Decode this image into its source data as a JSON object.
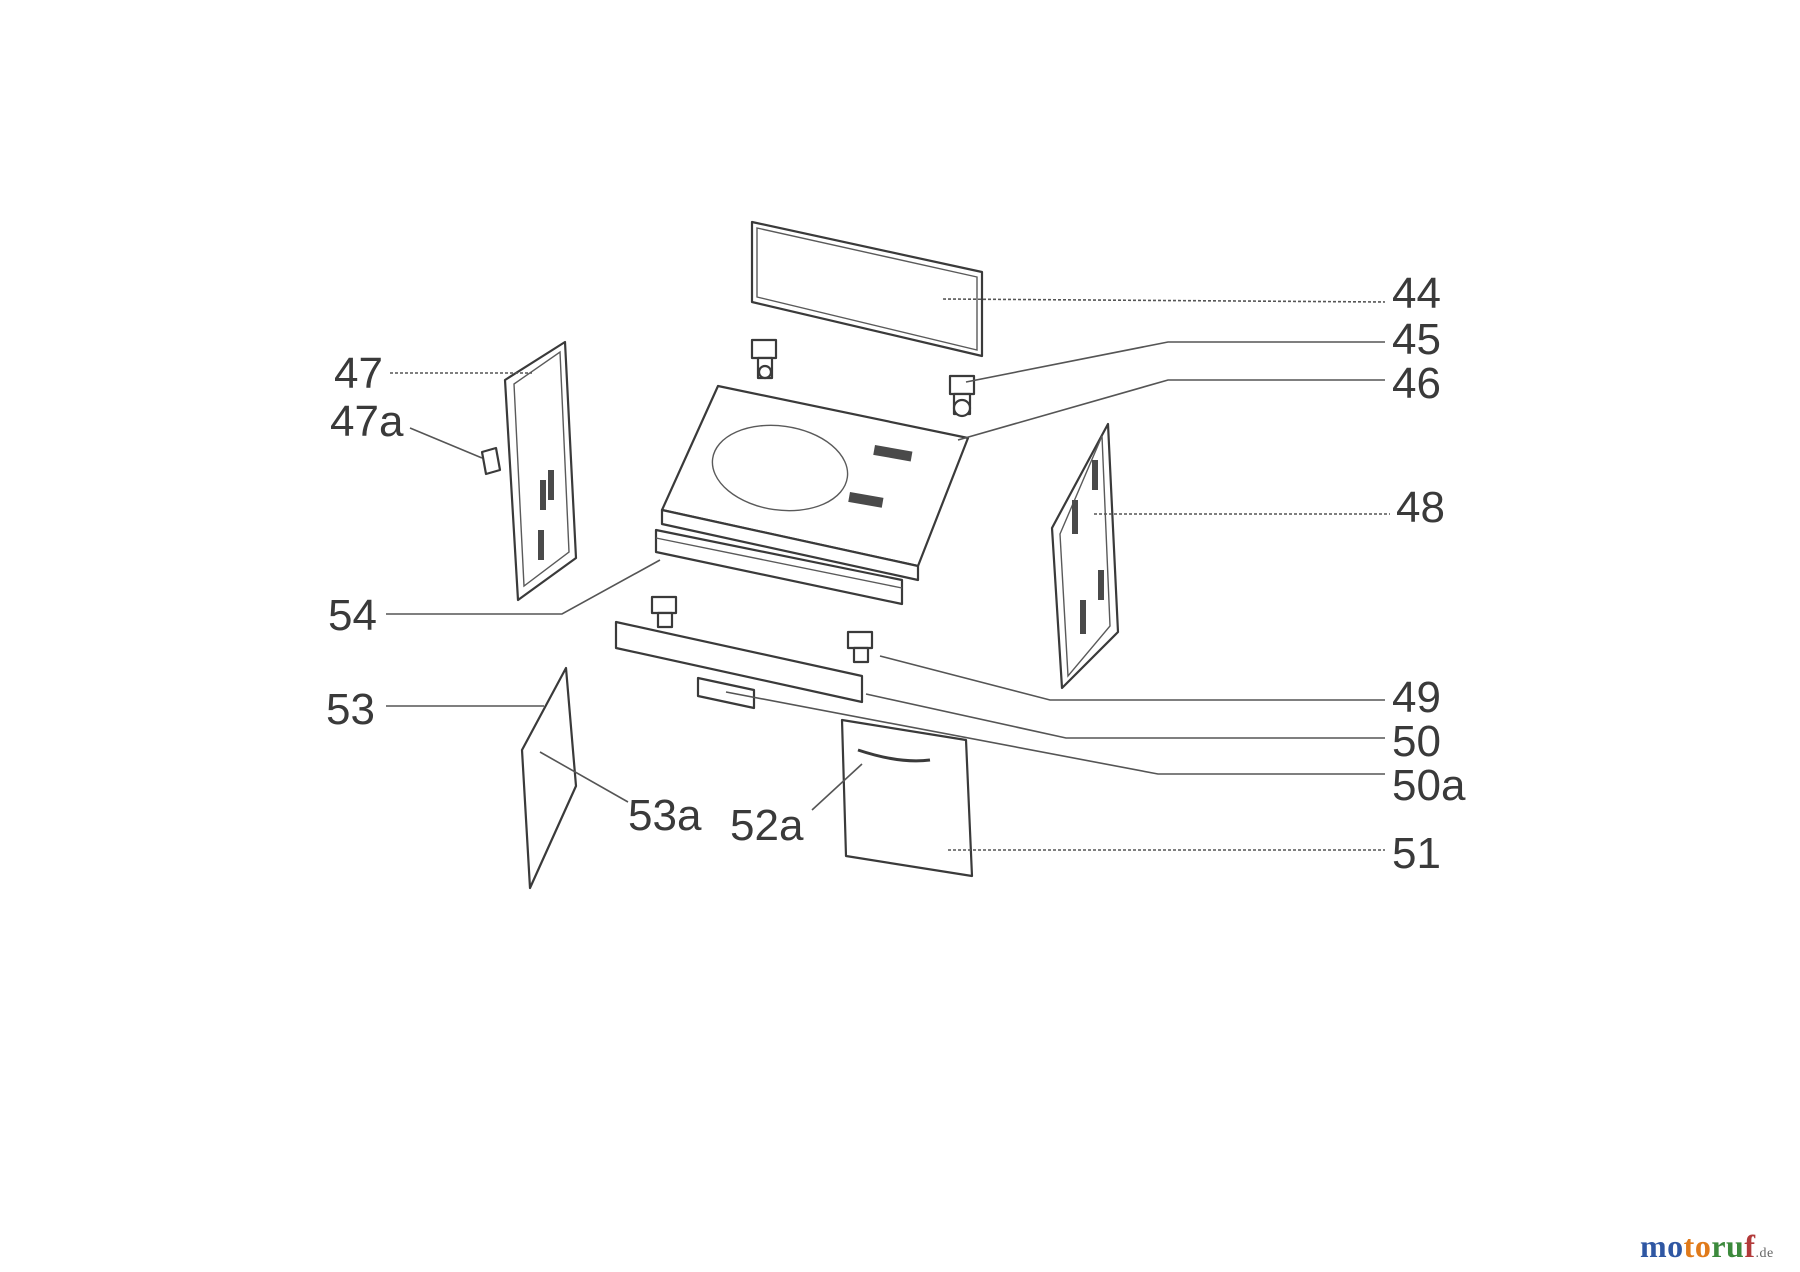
{
  "labels": {
    "l44": "44",
    "l45": "45",
    "l46": "46",
    "l47": "47",
    "l47a": "47a",
    "l48": "48",
    "l49": "49",
    "l50": "50",
    "l50a": "50a",
    "l51": "51",
    "l52a": "52a",
    "l53": "53",
    "l53a": "53a",
    "l54": "54"
  },
  "brand": {
    "part1": "mo",
    "part2": "to",
    "part3": "ru",
    "part4": "f",
    "tld": ".de"
  }
}
